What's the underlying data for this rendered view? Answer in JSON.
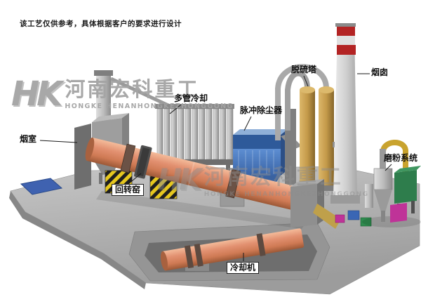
{
  "disclaimer": "该工艺仅供参考，具体根据客户的要求进行设计",
  "logo": {
    "monogram": "HK",
    "name_cn": "河南宏科重工",
    "name_en": "HONGKE HENANHONGKEZHONGGONG"
  },
  "watermark": {
    "monogram": "HK",
    "name_cn": "河南宏科重工",
    "name_en": "HONGKE HENANHONGKEZHONGGONG"
  },
  "labels": {
    "smoke_chamber": "烟室",
    "multi_tube_cooler": "多管冷却",
    "pulse_dust_collector": "脉冲除尘器",
    "desulfurization_tower": "脱硫塔",
    "chimney": "烟囱",
    "grinding_system": "磨粉系统",
    "rotary_kiln": "回转窑",
    "cooling_machine": "冷却机"
  },
  "colors": {
    "kiln_shell": "#d98a63",
    "platform_gray": "#adadad",
    "dust_collector_blue": "#4a7cc2",
    "tower_tan": "#c19a4e",
    "chimney_band_red": "#b32424",
    "mill_green": "#2e7d4c",
    "accent_magenta": "#bf3398",
    "hazard_yellow": "#e6c71f"
  }
}
